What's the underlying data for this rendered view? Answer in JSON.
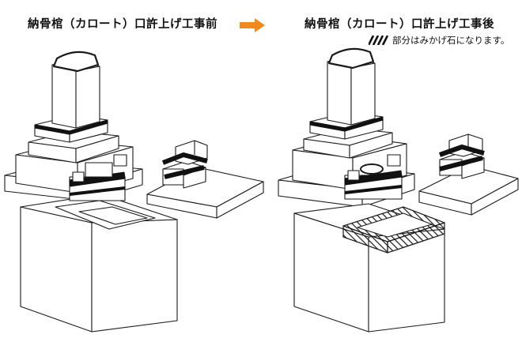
{
  "before": {
    "title": "納骨棺（カロート）口許上げ工事前"
  },
  "after": {
    "title": "納骨棺（カロート）口許上げ工事後"
  },
  "legend": {
    "text": "部分はみかげ石になります。"
  },
  "colors": {
    "arrow": "#f08a1c",
    "line": "#1a1a1a",
    "hatch": "#1a1a1a"
  },
  "icons": {
    "arrow": "right-arrow-icon",
    "legend_swatch": "hatch-swatch-icon"
  }
}
